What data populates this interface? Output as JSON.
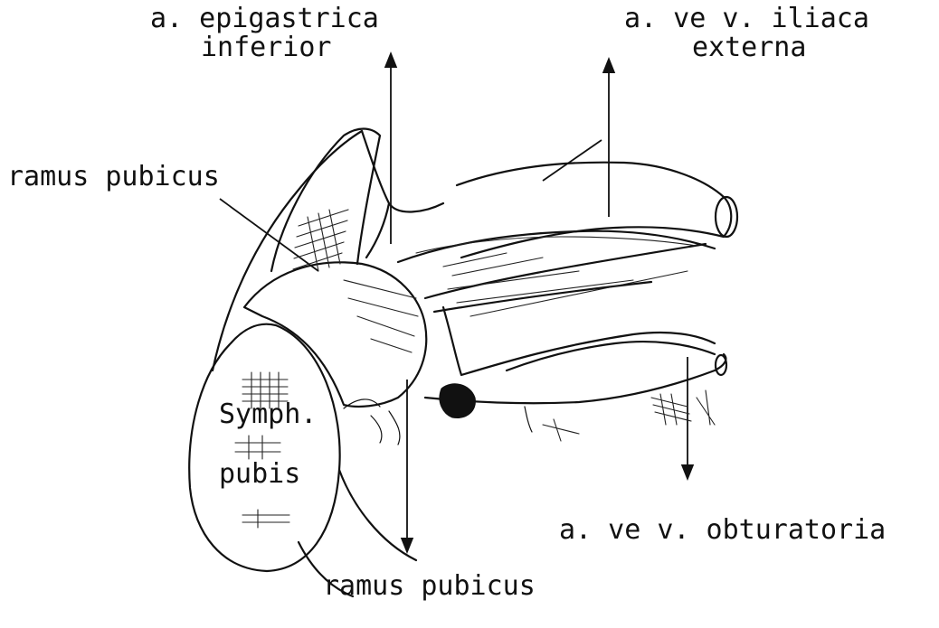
{
  "labels": {
    "epigastrica_line1": "a. epigastrica",
    "epigastrica_line2": "inferior",
    "iliaca_line1": "a. ve v. iliaca",
    "iliaca_line2": "externa",
    "ramus_upper": "ramus pubicus",
    "symph_line1": "Symph.",
    "symph_line2": "pubis",
    "obturatoria": "a. ve v. obturatoria",
    "ramus_lower": "ramus pubicus"
  },
  "colors": {
    "ink": "#111111",
    "background": "#ffffff"
  }
}
